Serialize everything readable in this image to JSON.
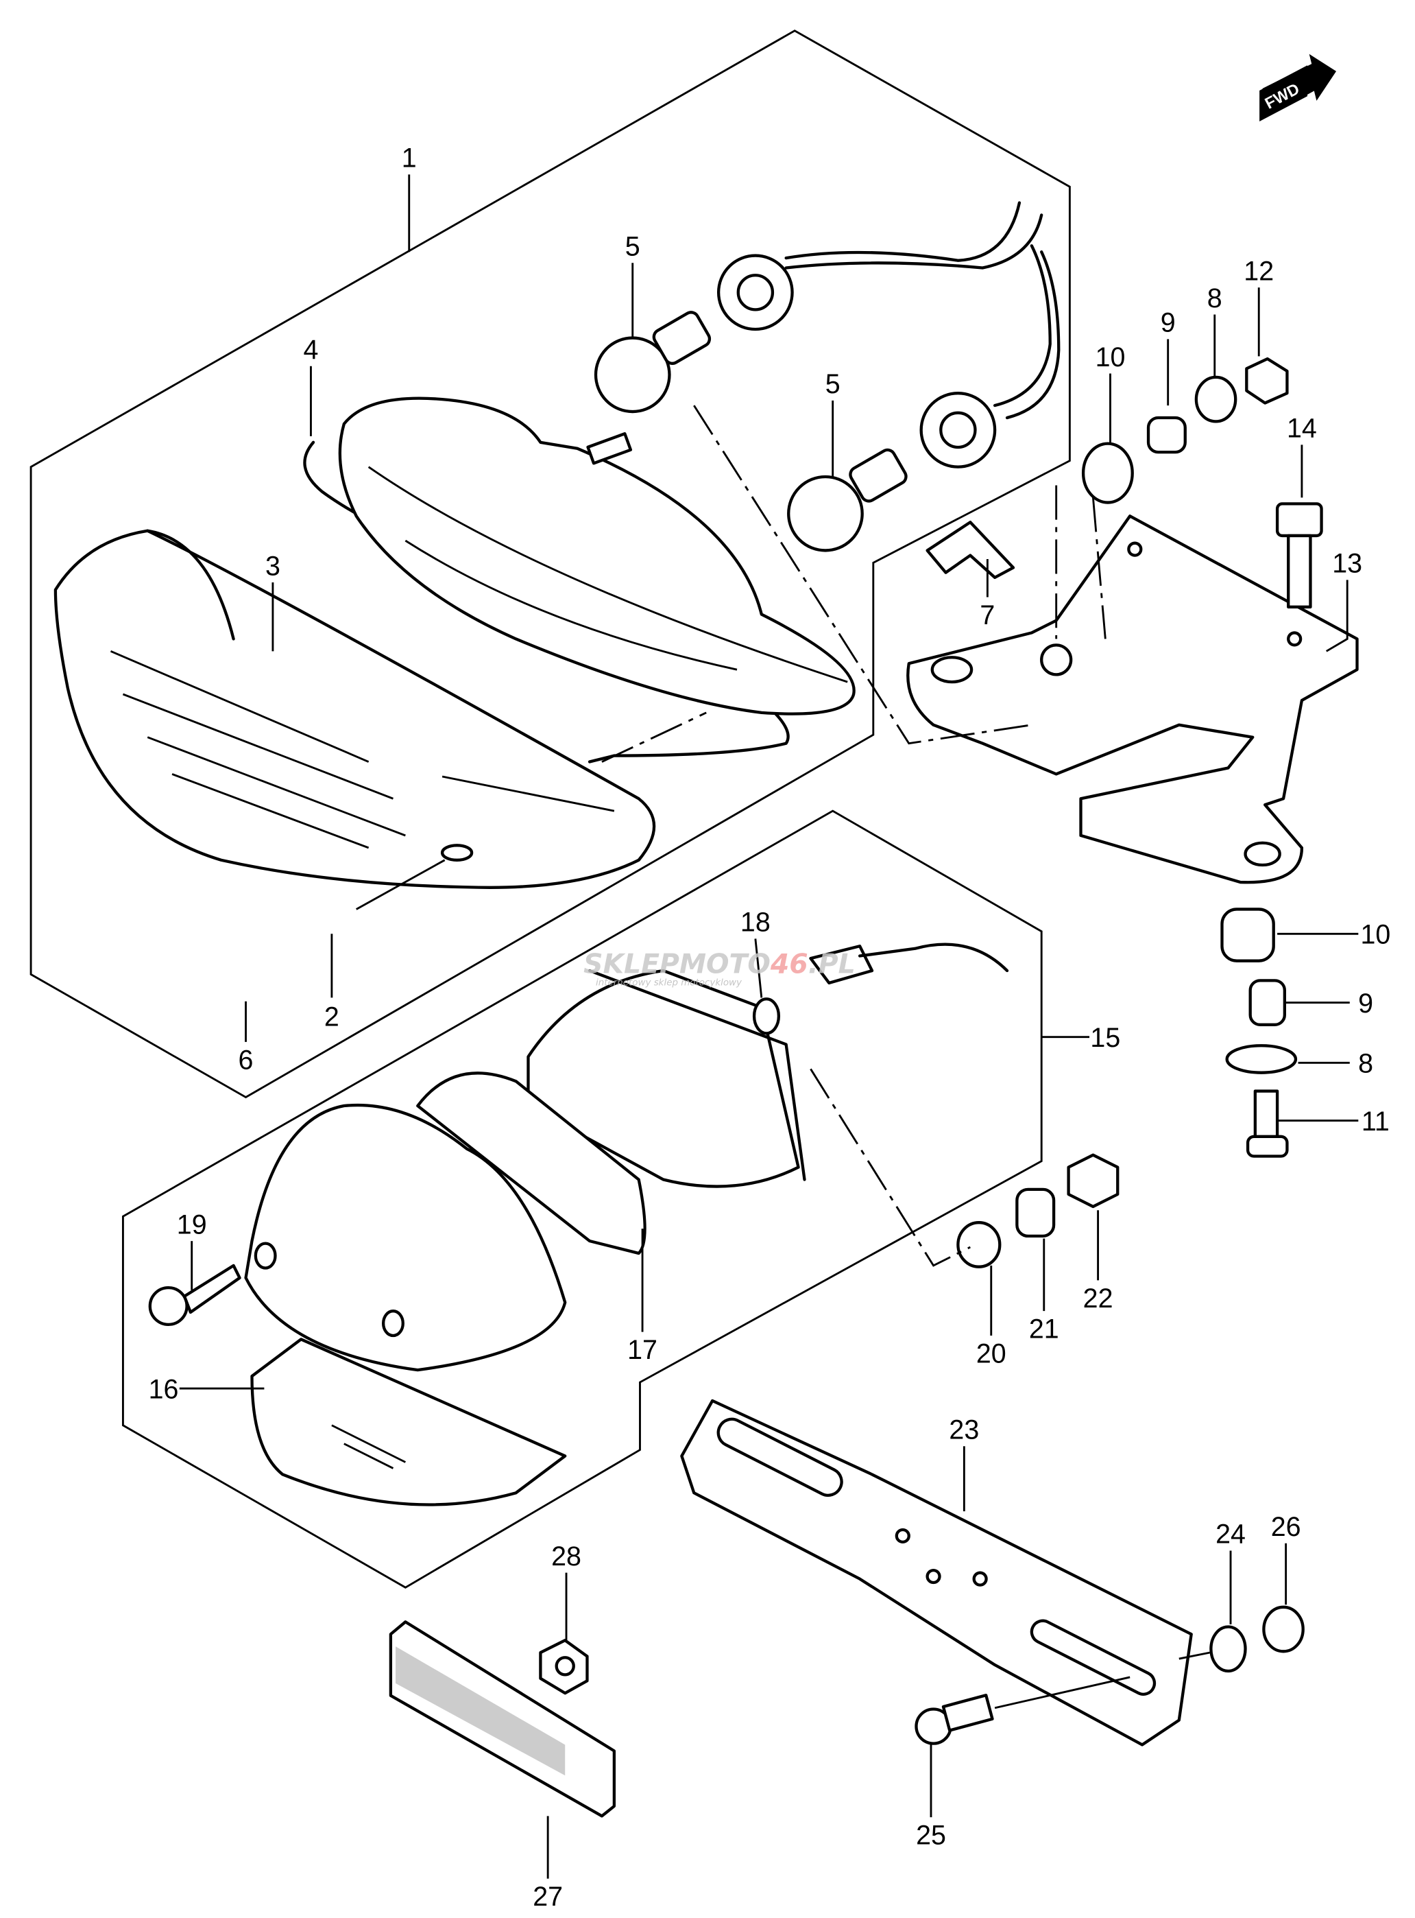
{
  "fwd_badge": "FWD",
  "watermark": {
    "part1": "SKLEPMOTO",
    "part2": "46",
    "part3": ".PL",
    "tagline": "internetowy sklep motocyklowy"
  },
  "colors": {
    "line": "#000000",
    "watermark_gray": "#c8c8c8",
    "watermark_red": "#f4a0a0"
  },
  "callouts": {
    "c1": "1",
    "c2": "2",
    "c3": "3",
    "c4": "4",
    "c5a": "5",
    "c5b": "5",
    "c6": "6",
    "c7": "7",
    "c8a": "8",
    "c9a": "9",
    "c10a": "10",
    "c12": "12",
    "c14": "14",
    "c13": "13",
    "c10b": "10",
    "c9b": "9",
    "c8b": "8",
    "c11": "11",
    "c15": "15",
    "c18": "18",
    "c19": "19",
    "c16": "16",
    "c17": "17",
    "c20": "20",
    "c21": "21",
    "c22": "22",
    "c23": "23",
    "c24": "24",
    "c26": "26",
    "c28": "28",
    "c25": "25",
    "c27": "27"
  }
}
